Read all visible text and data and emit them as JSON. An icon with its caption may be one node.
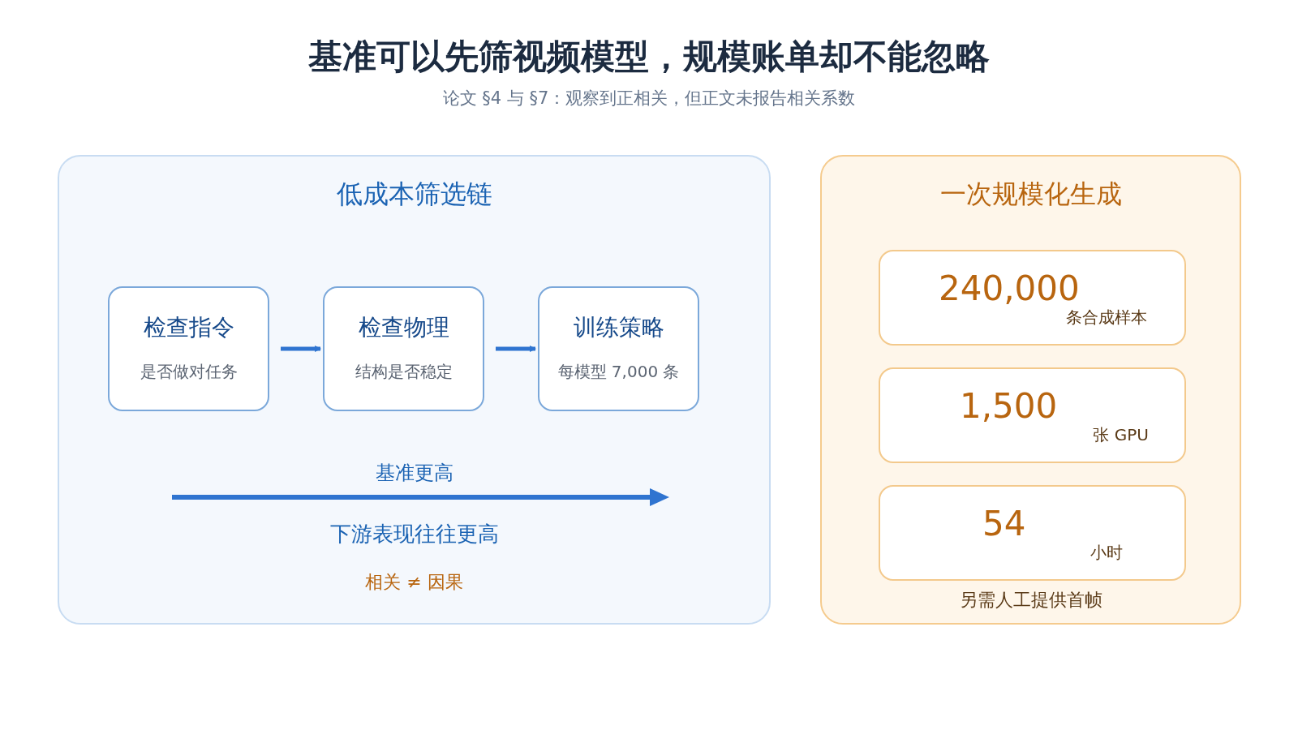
{
  "diagram": {
    "title": "基准可以先筛视频模型，规模账单却不能忽略",
    "caption": "论文 §4 与 §7：观察到正相关，但正文未报告相关系数",
    "nodes": [
      {
        "text": [
          "低成本筛选链"
        ]
      },
      {
        "text": [
          "检查指令",
          "是否做对任务"
        ],
        "in": 0
      },
      {
        "text": [
          "检查物理",
          "结构是否稳定"
        ],
        "in": 0
      },
      {
        "text": [
          "训练策略",
          "每模型 7,000 条"
        ],
        "in": 0
      },
      {
        "text": [
          "一次规模化生成",
          "另需人工提供首帧"
        ]
      },
      {
        "text": [
          "240,000",
          "条合成样本"
        ],
        "in": 4
      },
      {
        "text": [
          "1,500",
          "张 GPU"
        ],
        "in": 4
      },
      {
        "text": [
          "54",
          "小时"
        ],
        "in": 4
      }
    ],
    "edges": [
      {
        "from": 1,
        "to": 2,
        "arrow": "to"
      },
      {
        "from": 2,
        "to": 3,
        "arrow": "to"
      }
    ],
    "labels": [
      "基准更高",
      "下游表现往往更高",
      "相关 ≠ 因果"
    ]
  }
}
